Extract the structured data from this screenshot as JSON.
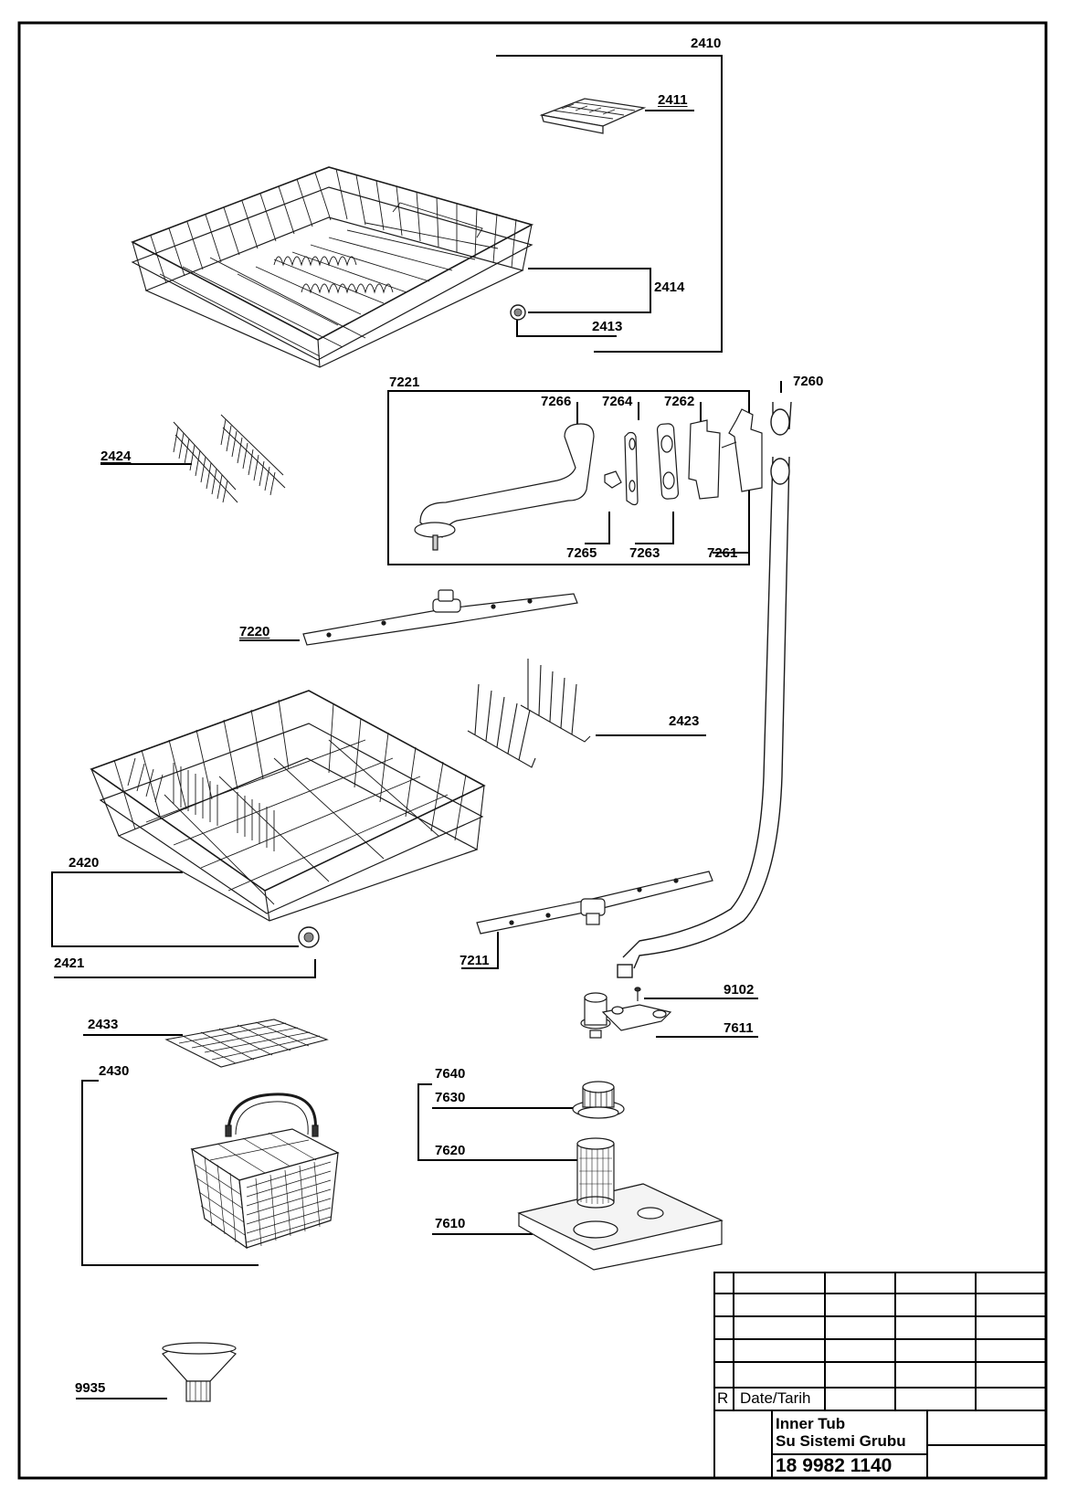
{
  "parts": {
    "p2410": "2410",
    "p2411": "2411",
    "p2414": "2414",
    "p2413": "2413",
    "p7221": "7221",
    "p7266": "7266",
    "p7264": "7264",
    "p7262": "7262",
    "p7260": "7260",
    "p2424": "2424",
    "p7265": "7265",
    "p7263": "7263",
    "p7261": "7261",
    "p7220": "7220",
    "p2423": "2423",
    "p2420": "2420",
    "p7211": "7211",
    "p2421": "2421",
    "p9102": "9102",
    "p7611": "7611",
    "p2433": "2433",
    "p2430": "2430",
    "p7640": "7640",
    "p7630": "7630",
    "p7620": "7620",
    "p7610": "7610",
    "p9935": "9935"
  },
  "title_block": {
    "rev_label": "R",
    "date_label": "Date/Tarih",
    "title_en": "Inner Tub",
    "title_tr": "Su Sistemi Grubu",
    "drawing_number": "18 9982 1140"
  }
}
